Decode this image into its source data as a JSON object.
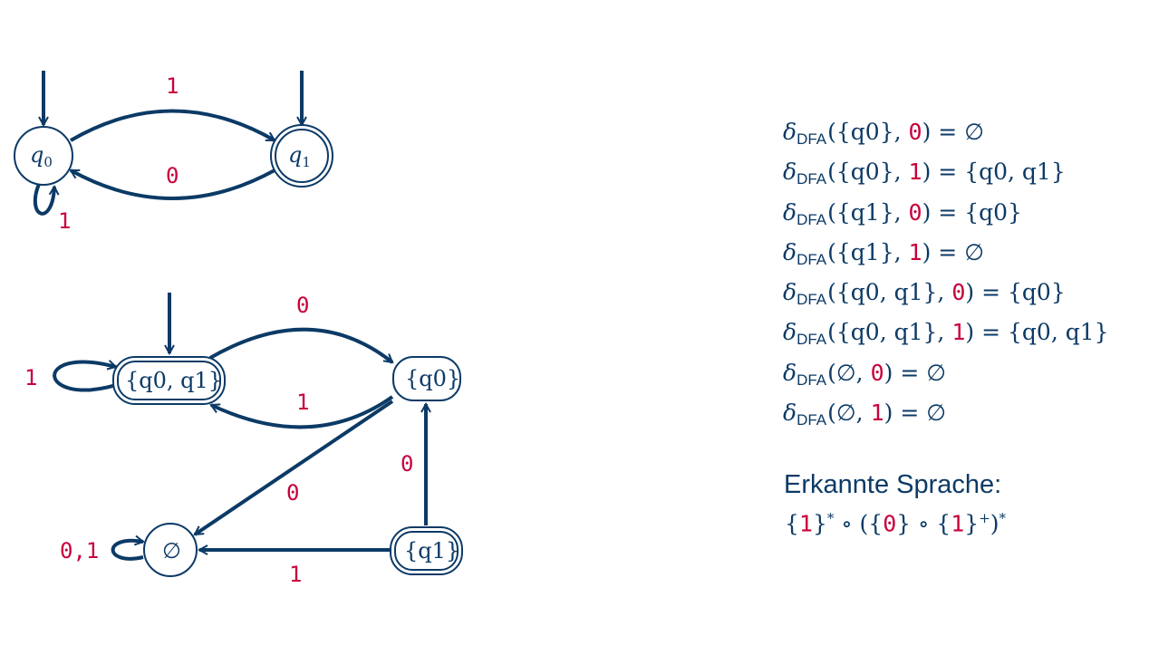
{
  "nfa": {
    "states": [
      {
        "name": "q",
        "sub": "0",
        "accepting": false,
        "initial": true
      },
      {
        "name": "q",
        "sub": "1",
        "accepting": true,
        "initial": true
      }
    ],
    "transitions": [
      {
        "from": "q0",
        "to": "q1",
        "label": "1"
      },
      {
        "from": "q1",
        "to": "q0",
        "label": "0"
      },
      {
        "from": "q0",
        "to": "q0",
        "label": "1"
      }
    ]
  },
  "dfa": {
    "states": [
      {
        "label": "{q0, q1}",
        "accepting": true,
        "initial": true
      },
      {
        "label": "{q0}",
        "accepting": false,
        "initial": false
      },
      {
        "label": "{q1}",
        "accepting": true,
        "initial": false
      },
      {
        "label": "∅",
        "accepting": false,
        "initial": false
      }
    ],
    "transitions": [
      {
        "from": "{q0, q1}",
        "to": "{q0}",
        "label": "0"
      },
      {
        "from": "{q0}",
        "to": "{q0, q1}",
        "label": "1"
      },
      {
        "from": "{q0, q1}",
        "to": "{q0, q1}",
        "label": "1"
      },
      {
        "from": "{q0}",
        "to": "∅",
        "label": "0"
      },
      {
        "from": "{q1}",
        "to": "{q0}",
        "label": "0"
      },
      {
        "from": "{q1}",
        "to": "∅",
        "label": "1"
      },
      {
        "from": "∅",
        "to": "∅",
        "label": "0,1"
      }
    ]
  },
  "delta_table": {
    "function": "δ",
    "subscript": "DFA",
    "rows": [
      {
        "state": "{q0}",
        "symbol": "0",
        "result": "∅"
      },
      {
        "state": "{q0}",
        "symbol": "1",
        "result": "{q0, q1}"
      },
      {
        "state": "{q1}",
        "symbol": "0",
        "result": "{q0}"
      },
      {
        "state": "{q1}",
        "symbol": "1",
        "result": "∅"
      },
      {
        "state": "{q0, q1}",
        "symbol": "0",
        "result": "{q0}"
      },
      {
        "state": "{q0, q1}",
        "symbol": "1",
        "result": "{q0, q1}"
      },
      {
        "state": "∅",
        "symbol": "0",
        "result": "∅"
      },
      {
        "state": "∅",
        "symbol": "1",
        "result": "∅"
      }
    ]
  },
  "language": {
    "title": "Erkannte Sprache:",
    "expression": "{1}* ∘ ({0} ∘ {1}+)*"
  },
  "colors": {
    "primary": "#0c3a66",
    "symbol": "#c8003c"
  }
}
